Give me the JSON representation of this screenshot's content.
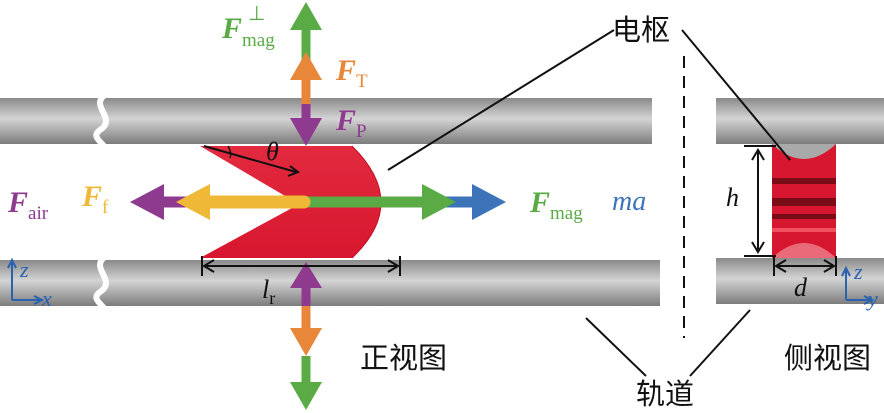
{
  "labels": {
    "armature": "电枢",
    "rail": "轨道",
    "front_view": "正视图",
    "side_view": "侧视图"
  },
  "forces": {
    "f_mag_perp": {
      "symbol": "F",
      "sup": "⊥",
      "sub": "mag"
    },
    "f_t": {
      "symbol": "F",
      "sub": "T"
    },
    "f_p": {
      "symbol": "F",
      "sub": "P"
    },
    "f_air": {
      "symbol": "F",
      "sub": "air"
    },
    "f_f": {
      "symbol": "F",
      "sub": "f"
    },
    "f_mag": {
      "symbol": "F",
      "sub": "mag"
    },
    "ma": "ma"
  },
  "dimensions": {
    "theta": "θ",
    "l_r": {
      "main": "l",
      "sub": "r"
    },
    "h": "h",
    "d": "d"
  },
  "axes": {
    "front": {
      "vertical": "z",
      "horizontal": "x"
    },
    "side": {
      "vertical": "z",
      "horizontal": "y"
    }
  },
  "colors": {
    "green": "#5aab46",
    "orange": "#e8863a",
    "purple": "#8e3a8e",
    "yellow": "#efb937",
    "blue": "#3c73b9",
    "red": "#d7172f",
    "axis_blue": "#2a62b0"
  }
}
